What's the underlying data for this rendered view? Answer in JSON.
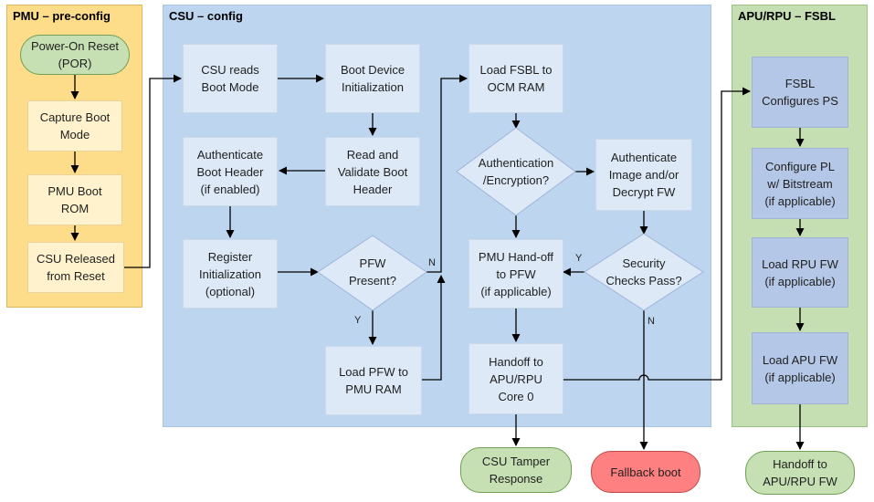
{
  "panels": {
    "pmu": "PMU – pre-config",
    "csu": "CSU – config",
    "apu": "APU/RPU – FSBL"
  },
  "nodes": {
    "por": "Power-On Reset\n(POR)",
    "capture": "Capture Boot\nMode",
    "pmu_rom": "PMU Boot\nROM",
    "csu_released": "CSU Released\nfrom Reset",
    "csu_reads": "CSU reads\nBoot Mode",
    "boot_device": "Boot Device\nInitialization",
    "read_validate": "Read and\nValidate Boot\nHeader",
    "auth_header": "Authenticate\nBoot Header\n(if enabled)",
    "register_init": "Register\nInitialization\n(optional)",
    "pfw_present": "PFW\nPresent?",
    "load_pfw": "Load PFW to\nPMU RAM",
    "load_fsbl": "Load FSBL to\nOCM RAM",
    "auth_enc": "Authentication\n/Encryption?",
    "auth_image": "Authenticate\nImage and/or\nDecrypt FW",
    "pmu_handoff": "PMU Hand-off\nto PFW\n(if applicable)",
    "security": "Security\nChecks Pass?",
    "handoff_core": "Handoff to\nAPU/RPU\nCore 0",
    "tamper": "CSU Tamper\nResponse",
    "fallback": "Fallback boot",
    "fsbl_ps": "FSBL\nConfigures PS",
    "config_pl": "Configure PL\nw/ Bitstream\n(if applicable)",
    "load_rpu": "Load RPU FW\n(if applicable)",
    "load_apu": "Load APU FW\n(if applicable)",
    "handoff_fw": "Handoff to\nAPU/RPU FW"
  },
  "edge_labels": {
    "pfw_no": "N",
    "pfw_yes": "Y",
    "sec_yes": "Y",
    "sec_no": "N"
  },
  "colors": {
    "pmu_panel": "#fddc8a",
    "csu_panel": "#bdd5ee",
    "apu_panel": "#c5dfb3",
    "arrow": "#000000"
  }
}
